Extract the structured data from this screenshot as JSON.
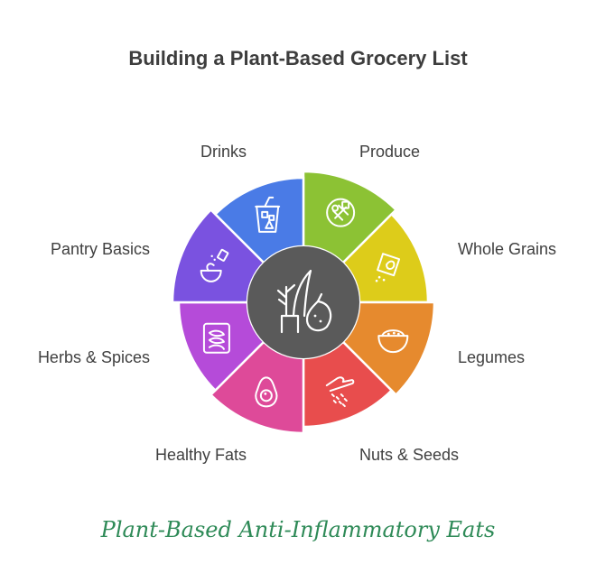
{
  "title": "Building a Plant-Based Grocery List",
  "footer": "Plant-Based Anti-Inflammatory Eats",
  "center_icon": "plant-herbs-icon",
  "segments": [
    {
      "label": "Produce",
      "color": "#8cc234",
      "icon": "produce-plate-icon"
    },
    {
      "label": "Whole Grains",
      "color": "#ddcc1a",
      "icon": "grain-packet-icon"
    },
    {
      "label": "Legumes",
      "color": "#e68a2e",
      "icon": "legume-bowl-icon"
    },
    {
      "label": "Nuts & Seeds",
      "color": "#e84d4d",
      "icon": "hand-sprinkle-seeds-icon"
    },
    {
      "label": "Healthy Fats",
      "color": "#de4a99",
      "icon": "avocado-icon"
    },
    {
      "label": "Herbs & Spices",
      "color": "#b54bd9",
      "icon": "herb-jar-icon"
    },
    {
      "label": "Pantry Basics",
      "color": "#7a52e0",
      "icon": "bowl-shaker-icon"
    },
    {
      "label": "Drinks",
      "color": "#4a7be6",
      "icon": "drink-cup-icon"
    }
  ]
}
